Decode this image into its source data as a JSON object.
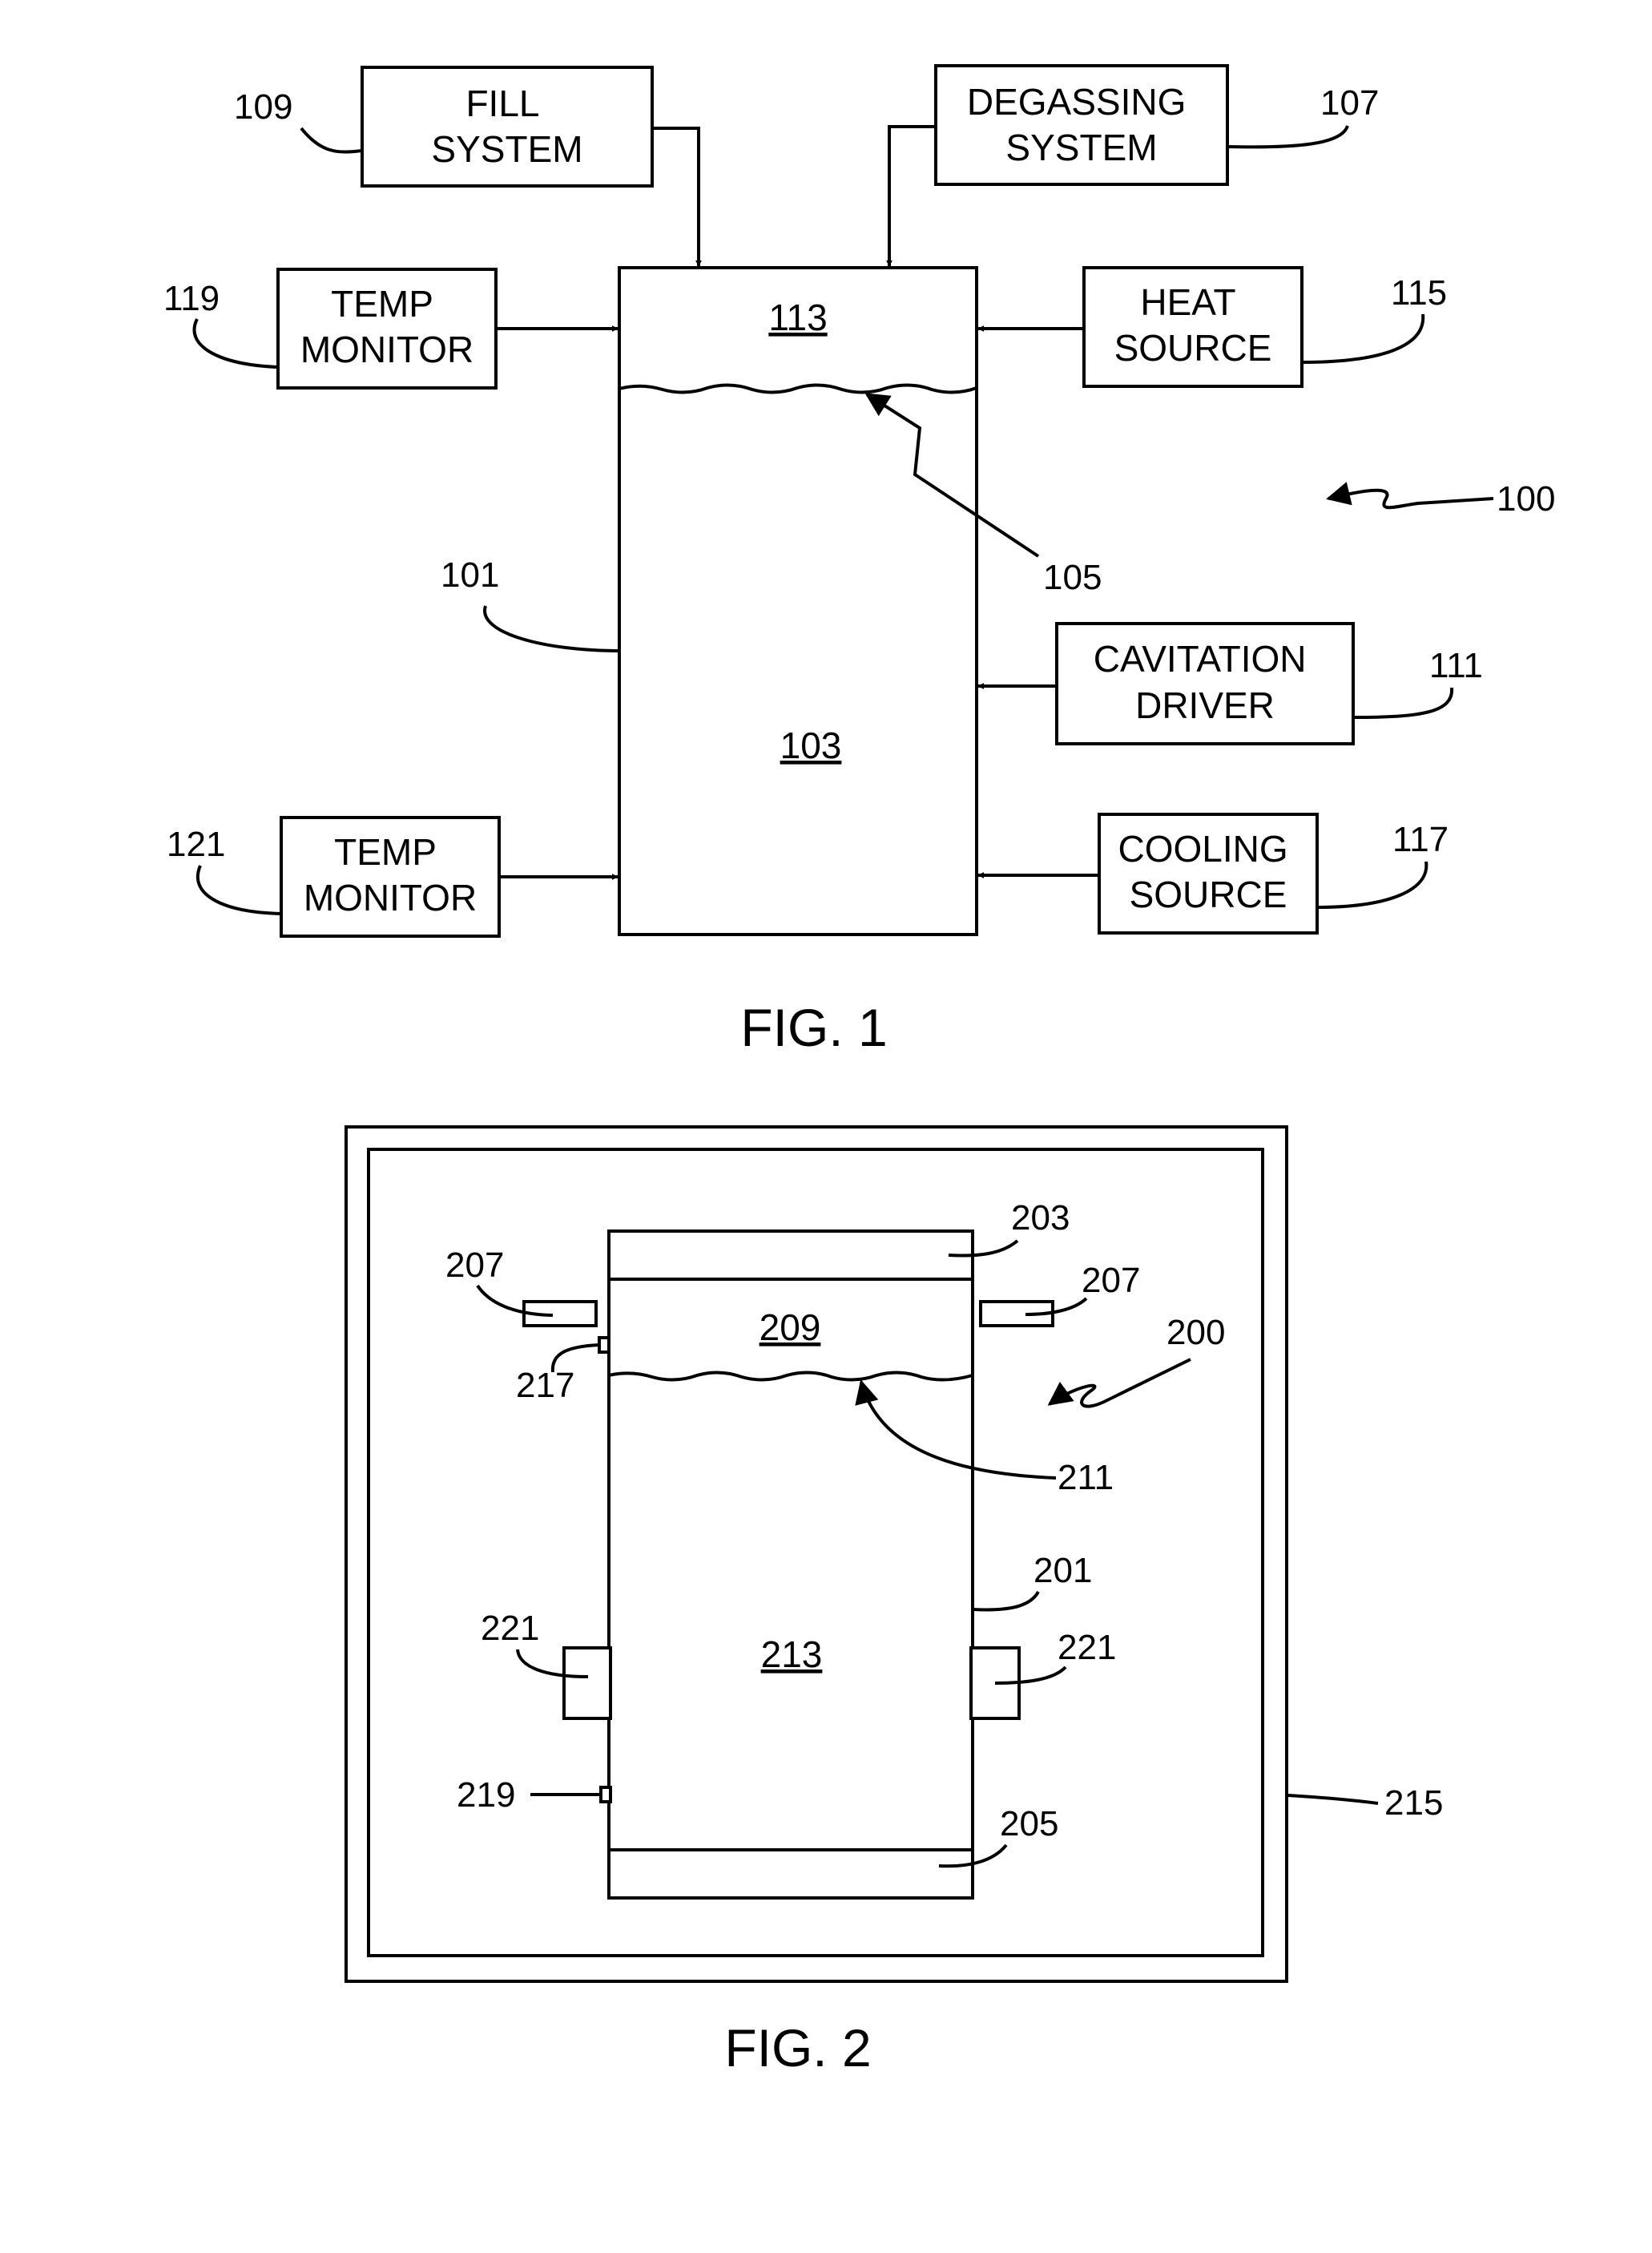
{
  "fig1": {
    "caption": "FIG. 1",
    "boxes": {
      "fill_system": [
        "FILL",
        "SYSTEM"
      ],
      "degassing_system": [
        "DEGASSING",
        "SYSTEM"
      ],
      "temp_monitor_top": [
        "TEMP",
        "MONITOR"
      ],
      "heat_source": [
        "HEAT",
        "SOURCE"
      ],
      "cavitation_driver": [
        "CAVITATION",
        "DRIVER"
      ],
      "temp_monitor_bottom": [
        "TEMP",
        "MONITOR"
      ],
      "cooling_source": [
        "COOLING",
        "SOURCE"
      ]
    },
    "regions": {
      "headspace": "113",
      "liquid": "103"
    },
    "refs": {
      "r109": "109",
      "r107": "107",
      "r119": "119",
      "r115": "115",
      "r100": "100",
      "r105": "105",
      "r101": "101",
      "r111": "111",
      "r121": "121",
      "r117": "117"
    }
  },
  "fig2": {
    "caption": "FIG. 2",
    "regions": {
      "headspace": "209",
      "liquid": "213"
    },
    "refs": {
      "r203": "203",
      "r207_left": "207",
      "r207_right": "207",
      "r200": "200",
      "r217": "217",
      "r211": "211",
      "r201": "201",
      "r221_left": "221",
      "r221_right": "221",
      "r219": "219",
      "r205": "205",
      "r215": "215"
    }
  }
}
